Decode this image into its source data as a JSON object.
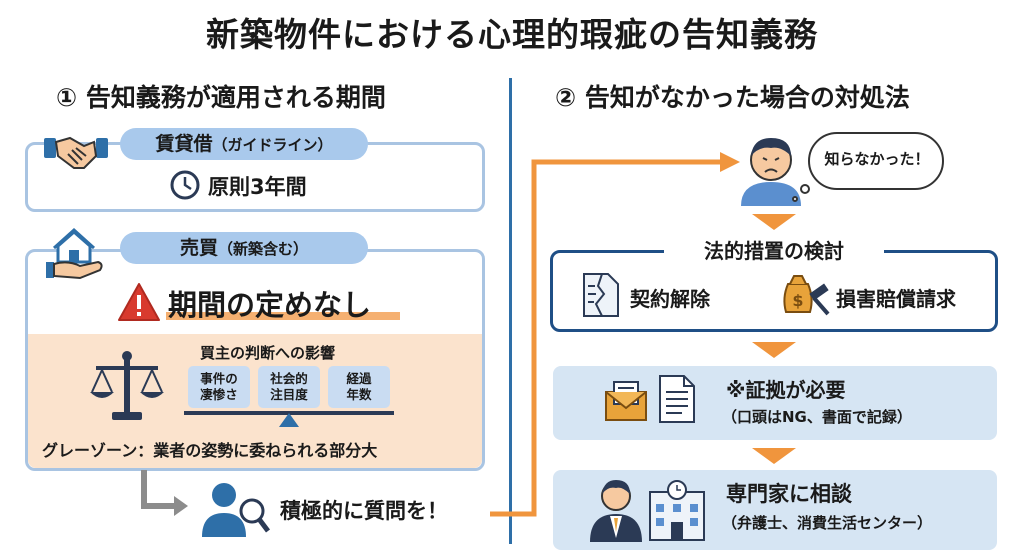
{
  "title": "新築物件における心理的瑕疵の告知義務",
  "left": {
    "heading": "① 告知義務が適用される期間",
    "rental": {
      "label": "賃貸借",
      "sub": "（ガイドライン）",
      "period": "原則3年間"
    },
    "sale": {
      "label": "売買",
      "sub": "（新築含む）",
      "period": "期間の定めなし",
      "judgement_title": "買主の判断への影響",
      "factors": [
        {
          "line1": "事件の",
          "line2": "凄惨さ"
        },
        {
          "line1": "社会的",
          "line2": "注目度"
        },
        {
          "line1": "経過",
          "line2": "年数"
        }
      ],
      "gray_zone": "グレーゾーン：業者の姿勢に委ねられる部分大"
    },
    "ask": "積極的に質問を！"
  },
  "right": {
    "heading": "② 告知がなかった場合の対処法",
    "speech": "知らなかった！",
    "legal": {
      "title": "法的措置の検討",
      "options": [
        "契約解除",
        "損害賠償請求"
      ]
    },
    "evidence": {
      "title": "※証拠が必要",
      "note": "（口頭はNG、書面で記録）"
    },
    "consult": {
      "title": "専門家に相談",
      "note": "（弁護士、消費生活センター）"
    }
  },
  "colors": {
    "accent_blue": "#2e6fa8",
    "panel_border": "#a9c4e2",
    "pill": "#a9c9ec",
    "peach": "#fbe3cd",
    "orange": "#f0953d",
    "warning_red": "#d83a2e"
  }
}
